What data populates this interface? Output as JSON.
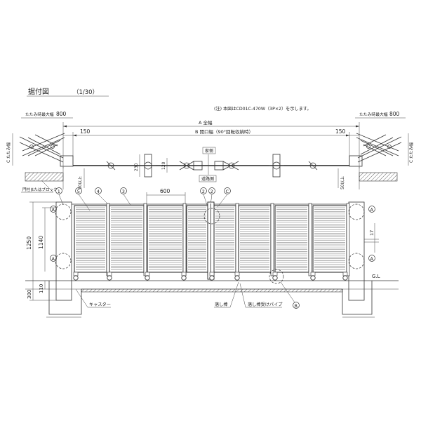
{
  "title": {
    "main": "据付図",
    "scale": "（1/30）"
  },
  "note": "(注) 本図はCD01C-470W（3P×2）を示します。",
  "plan": {
    "fold_max_width_left": "たたみ時最大幅",
    "fold_max_width_left_value": "800",
    "fold_max_width_right": "たたみ時最大幅",
    "fold_max_width_right_value": "800",
    "fold_label_left": "C たたみ幅",
    "fold_label_right": "C たたみ幅",
    "overall_width": "A 全幅",
    "opening_width": "B 開口幅（90°回転収納時）",
    "margin_left": "150",
    "margin_right": "150",
    "dim_230": "230",
    "dim_120": "120",
    "house_side": "家側",
    "road_side": "道路側",
    "min_left": "50以上",
    "min_right": "50以上",
    "block_note": "門柱またはブロック"
  },
  "elevation": {
    "height_1250": "1250",
    "height_1140": "1140",
    "height_300": "300",
    "height_110": "110",
    "panel_600": "600",
    "dim_17": "17",
    "gl": "G.L",
    "caster": "キャスター",
    "drop_rod": "落し棒",
    "drop_rod_pipe": "落し棒受けパイプ",
    "marker_a": "A",
    "marker_b": "B",
    "marker_c": "C",
    "num_1": "1",
    "num_2": "2",
    "num_3": "3",
    "num_4": "4",
    "num_5": "5"
  }
}
